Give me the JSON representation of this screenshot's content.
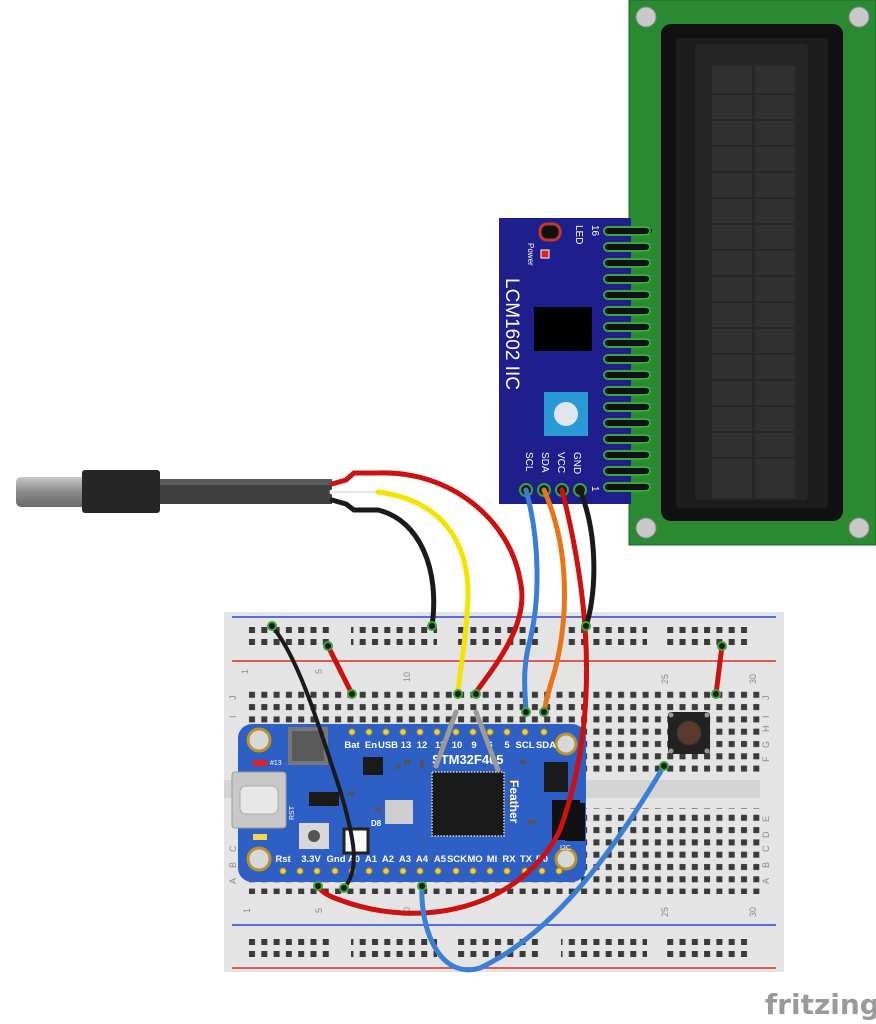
{
  "lcd": {
    "module_label": "LCM1602 IIC",
    "pin_16": "16",
    "led_label": "LED",
    "power_label": "Power",
    "pin_1": "1",
    "header_pins": [
      "GND",
      "VCC",
      "SDA",
      "SCL"
    ]
  },
  "feather": {
    "title": "STM32F405",
    "brand": "Feather",
    "top_pins": [
      "Bat",
      "En",
      "USB",
      "13",
      "12",
      "11",
      "10",
      "9",
      "6",
      "5",
      "SCL",
      "SDA"
    ],
    "bottom_pins": [
      "Rst",
      "3.3V",
      "Gnd",
      "A0",
      "A1",
      "A2",
      "A3",
      "A4",
      "A5",
      "SCK",
      "MO",
      "MI",
      "RX",
      "TX",
      "B0"
    ],
    "led_label": "#13",
    "rst_label": "RST",
    "d8_label": "D8",
    "i2c_label": "I2C"
  },
  "breadboard": {
    "col_numbers": [
      "1",
      "5",
      "10",
      "25",
      "30"
    ],
    "row_letters_top": [
      "J",
      "I",
      "H",
      "G",
      "F"
    ],
    "row_letters_bottom": [
      "E",
      "D",
      "C",
      "B",
      "A"
    ]
  },
  "colors": {
    "wire_red": "#cc1111",
    "wire_yellow": "#f5e400",
    "wire_black": "#1a1a1a",
    "wire_blue": "#3a7fd5",
    "wire_orange": "#e8751a",
    "lcd_pcb": "#2a8a32",
    "i2c_pcb": "#1e1e8c",
    "feather_pcb": "#2d5fc4"
  },
  "watermark": "fritzing"
}
